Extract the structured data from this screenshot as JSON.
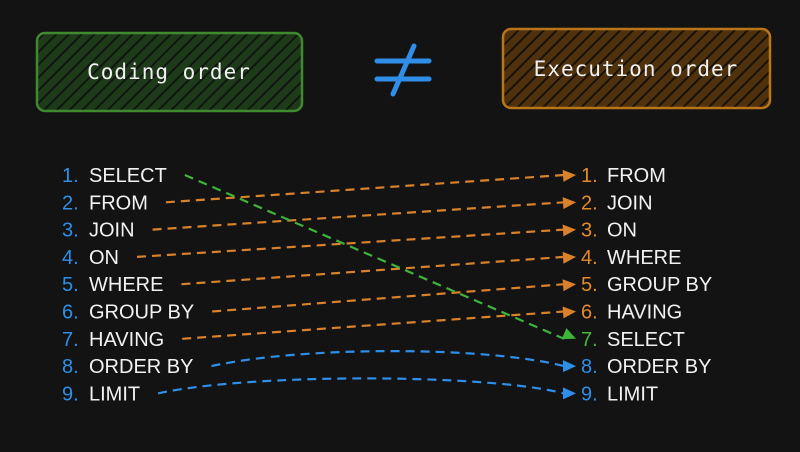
{
  "colors": {
    "background": "#131313",
    "text": "#f2f2f2",
    "number_blue": "#2f8fe8",
    "number_orange": "#e38a2a",
    "number_green": "#45b83a",
    "arrow_orange": "#d9822b",
    "arrow_green": "#3fb43a",
    "arrow_blue": "#2f8fe8",
    "neq_blue": "#2f8fe8",
    "coding_box_border": "#3f8a2e",
    "coding_box_fill": "#213f1c",
    "execution_box_border": "#b97516",
    "execution_box_fill": "#4a2f0d"
  },
  "coding_box": {
    "title": "Coding order"
  },
  "execution_box": {
    "title": "Execution order"
  },
  "operator": {
    "symbol": "≠",
    "icon": "not-equal-icon"
  },
  "coding_order": [
    {
      "num": "1.",
      "label": "SELECT"
    },
    {
      "num": "2.",
      "label": "FROM"
    },
    {
      "num": "3.",
      "label": "JOIN"
    },
    {
      "num": "4.",
      "label": "ON"
    },
    {
      "num": "5.",
      "label": "WHERE"
    },
    {
      "num": "6.",
      "label": "GROUP BY"
    },
    {
      "num": "7.",
      "label": "HAVING"
    },
    {
      "num": "8.",
      "label": "ORDER BY"
    },
    {
      "num": "9.",
      "label": "LIMIT"
    }
  ],
  "execution_order": [
    {
      "num": "1.",
      "label": "FROM",
      "color": "orange"
    },
    {
      "num": "2.",
      "label": "JOIN",
      "color": "orange"
    },
    {
      "num": "3.",
      "label": "ON",
      "color": "orange"
    },
    {
      "num": "4.",
      "label": "WHERE",
      "color": "orange"
    },
    {
      "num": "5.",
      "label": "GROUP BY",
      "color": "orange"
    },
    {
      "num": "6.",
      "label": "HAVING",
      "color": "orange"
    },
    {
      "num": "7.",
      "label": "SELECT",
      "color": "green"
    },
    {
      "num": "8.",
      "label": "ORDER BY",
      "color": "blue"
    },
    {
      "num": "9.",
      "label": "LIMIT",
      "color": "blue"
    }
  ],
  "arrows": [
    {
      "from": 2,
      "to": 1,
      "color": "orange"
    },
    {
      "from": 3,
      "to": 2,
      "color": "orange"
    },
    {
      "from": 4,
      "to": 3,
      "color": "orange"
    },
    {
      "from": 5,
      "to": 4,
      "color": "orange"
    },
    {
      "from": 6,
      "to": 5,
      "color": "orange"
    },
    {
      "from": 7,
      "to": 6,
      "color": "orange"
    },
    {
      "from": 1,
      "to": 7,
      "color": "green"
    },
    {
      "from": 8,
      "to": 8,
      "color": "blue"
    },
    {
      "from": 9,
      "to": 9,
      "color": "blue"
    }
  ]
}
